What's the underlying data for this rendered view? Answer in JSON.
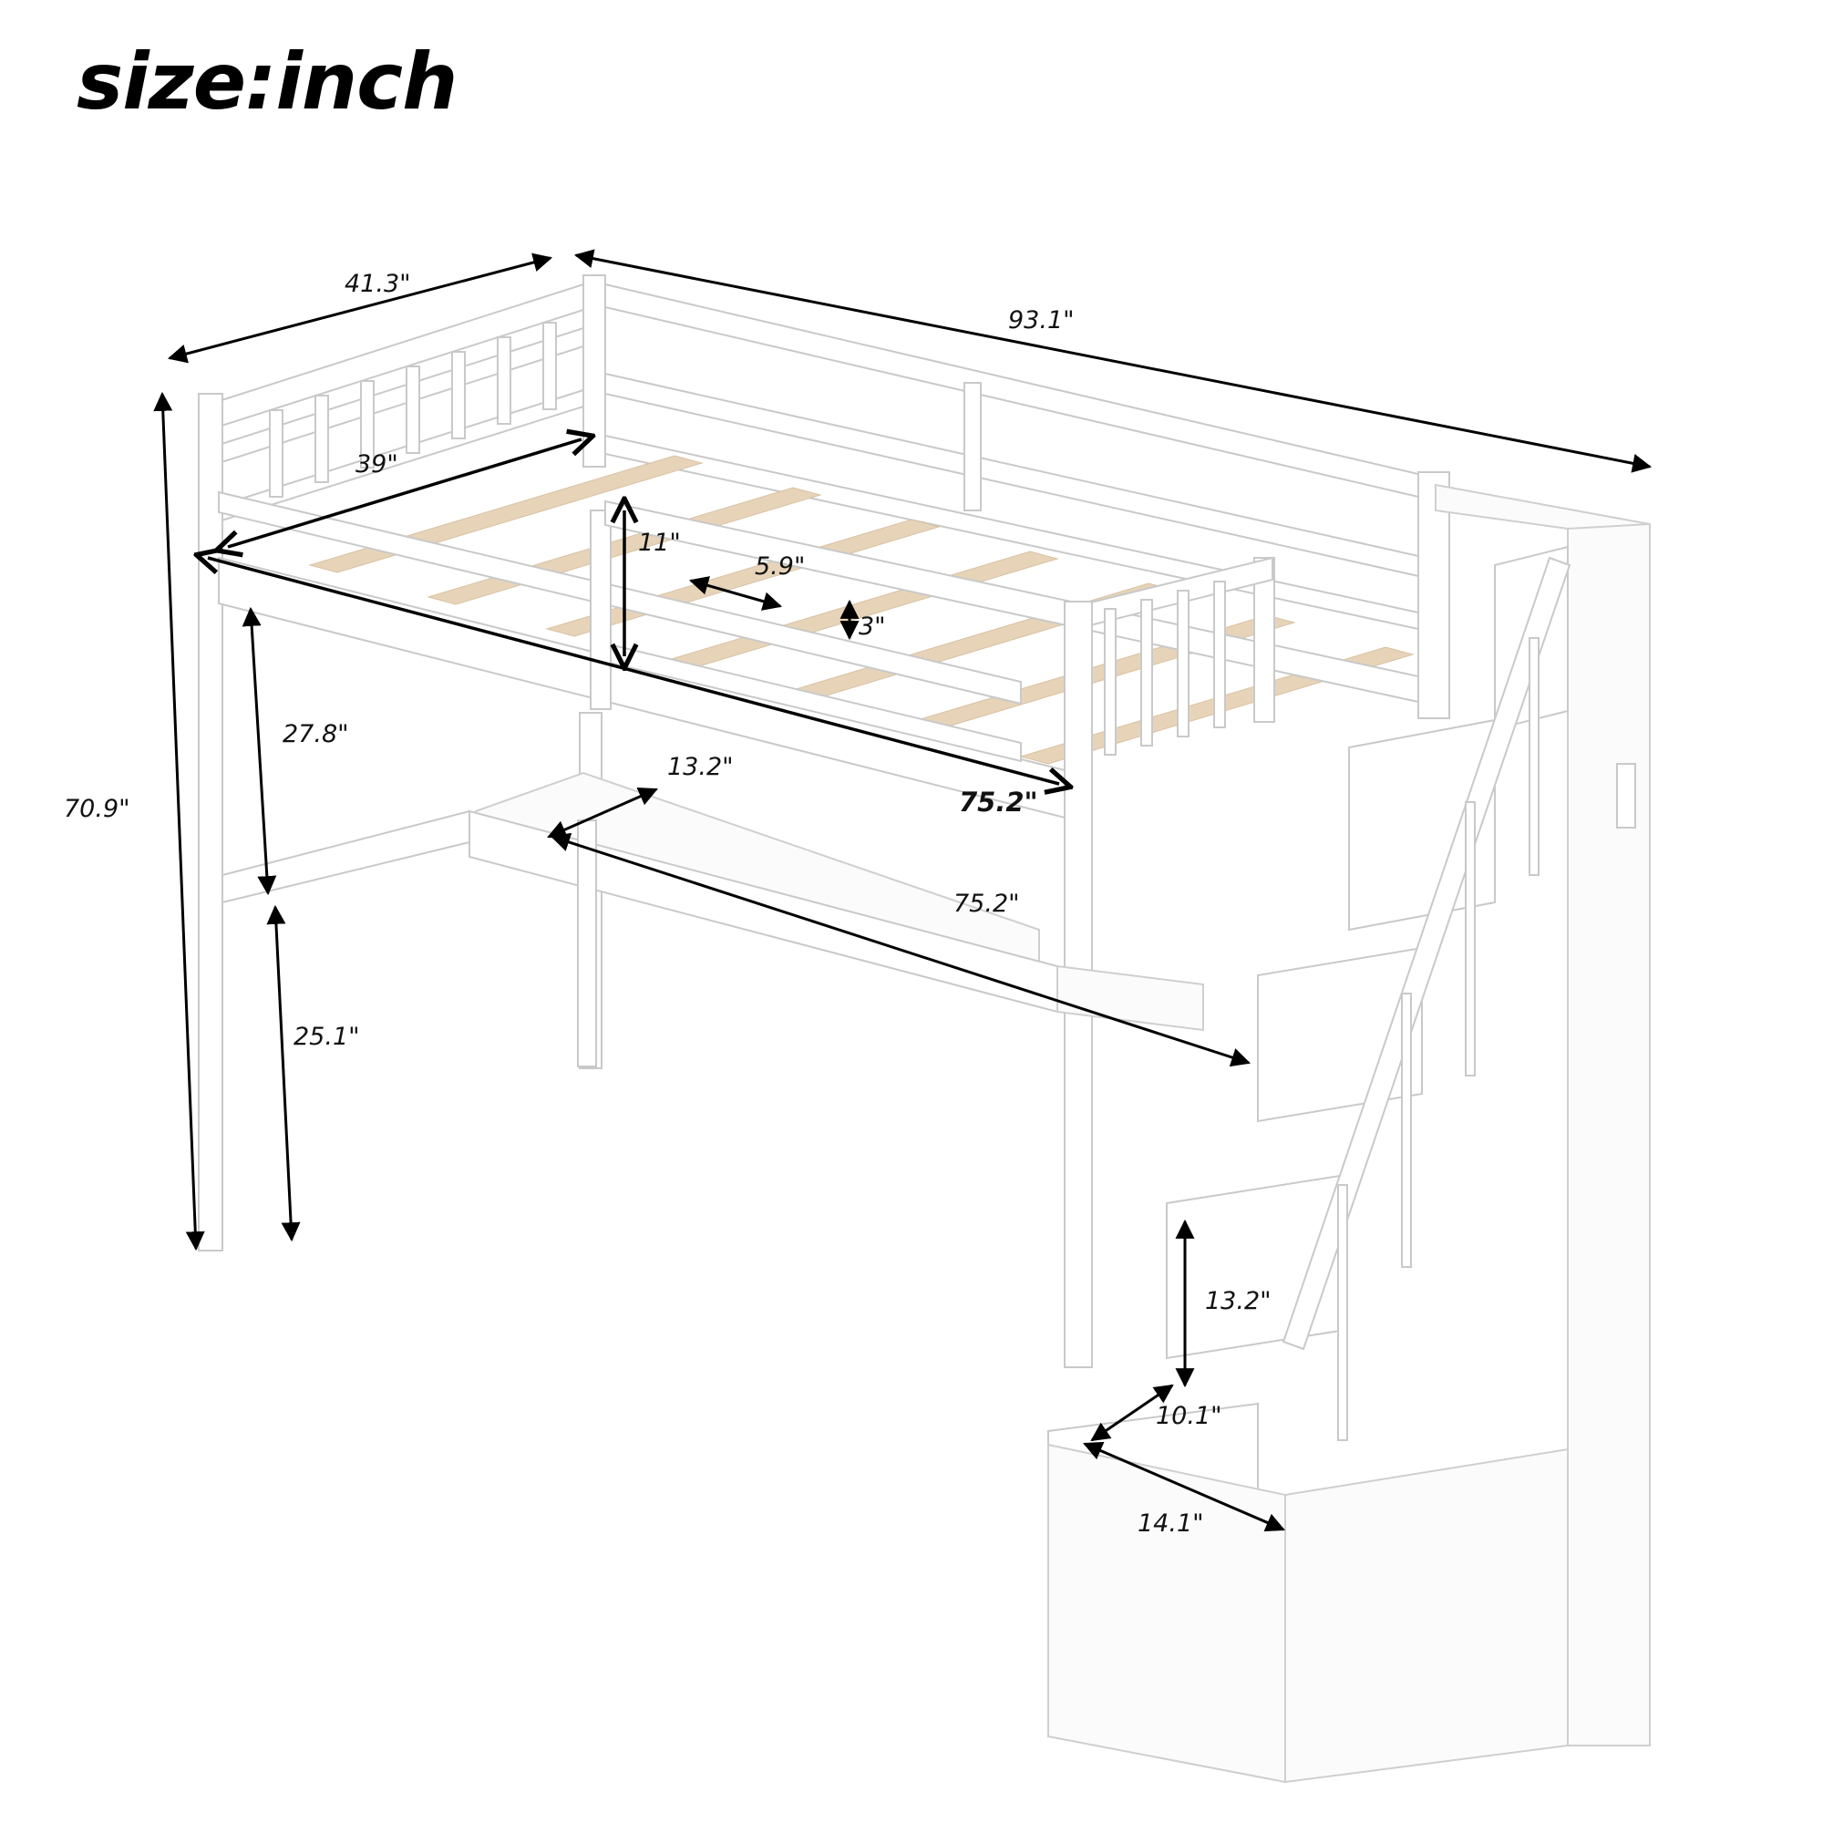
{
  "title": "size:inch",
  "dimensions": {
    "overall_width": "41.3\"",
    "overall_length": "93.1\"",
    "overall_height": "70.9\"",
    "mattress_width": "39\"",
    "mattress_length": "75.2\"",
    "guardrail_height": "11\"",
    "slat_gap": "5.9\"",
    "slat_width": "3\"",
    "underbed_clearance": "27.8\"",
    "desk_height": "25.1\"",
    "desk_depth": "13.2\"",
    "desk_length": "75.2\"",
    "step_height": "13.2\"",
    "step_depth": "10.1\"",
    "step_width": "14.1\""
  },
  "colors": {
    "furniture": "#ffffff",
    "outline": "#c9c9c9",
    "slats": "#e7d4b8",
    "dimension_lines": "#000000"
  }
}
